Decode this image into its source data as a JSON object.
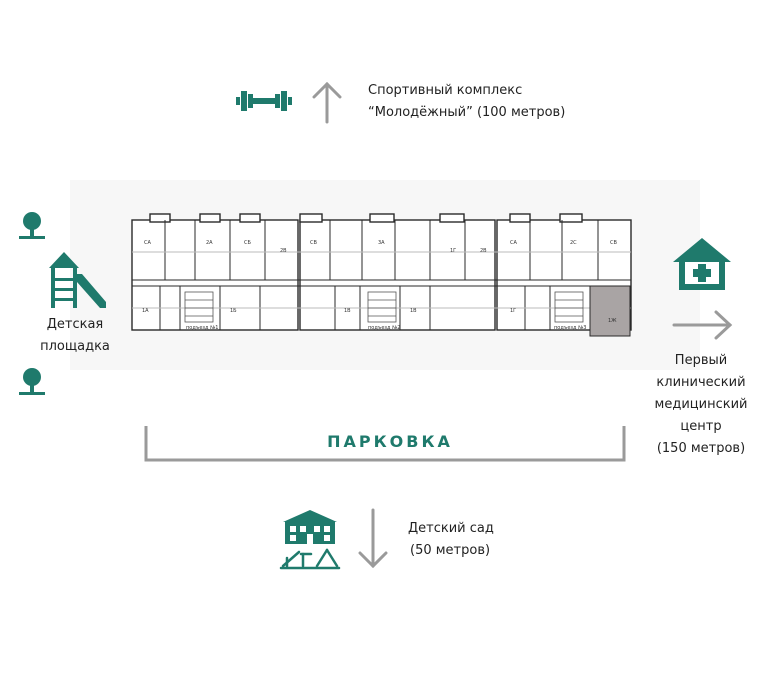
{
  "colors": {
    "accent": "#1f7a6c",
    "arrow": "#9a9a9a",
    "highlight": "#a9a4a4"
  },
  "sport": {
    "line1": "Спортивный комплекс",
    "line2": "“Молодёжный” (100 метров)",
    "icon": "dumbbell-icon"
  },
  "playground": {
    "line1": "Детская",
    "line2": "площадка",
    "icon": "playground-slide-icon"
  },
  "medical": {
    "line1": "Первый",
    "line2": "клинический",
    "line3": "медицинский",
    "line4": "центр",
    "line5": "(150 метров)",
    "icon": "medical-house-icon"
  },
  "kindergarten": {
    "line1": "Детский сад",
    "line2": "(50 метров)",
    "icon": "kindergarten-icon"
  },
  "parking": {
    "label": "ПАРКОВКА"
  },
  "floorplan": {
    "entrances": [
      "подъезд №1",
      "подъезд №2",
      "подъезд №3"
    ],
    "units_top": [
      "СА",
      "2А",
      "СБ",
      "2В",
      "СВ",
      "3А",
      "1Г",
      "2В",
      "СА",
      "2С",
      "СВ"
    ],
    "units_bottom": [
      "1А",
      "1Б",
      "1В",
      "1В",
      "1Г",
      "1Ж"
    ]
  }
}
